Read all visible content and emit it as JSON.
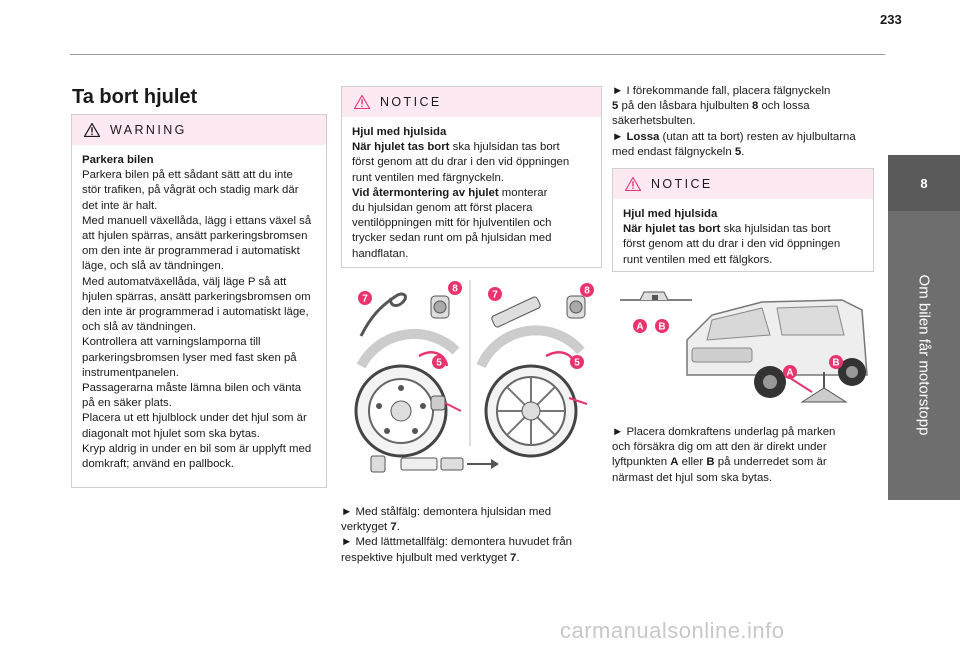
{
  "page": {
    "number": "233"
  },
  "sidebar": {
    "chapter_number": "8",
    "chapter_title": "Om bilen får motorstopp"
  },
  "title": "Ta bort hjulet",
  "warning": {
    "label": "WARNING",
    "lines": [
      {
        "text": "Parkera bilen",
        "bold": true
      },
      {
        "text": "Parkera bilen på ett sådant sätt att du inte"
      },
      {
        "text": "stör trafiken, på vågrät och stadig mark där"
      },
      {
        "text": "det inte är halt."
      },
      {
        "text": "Med manuell växellåda, lägg i ettans växel så"
      },
      {
        "text": "att hjulen spärras, ansätt parkeringsbromsen"
      },
      {
        "text": "om den inte är programmerad i automatiskt"
      },
      {
        "text": "läge, och slå av tändningen."
      },
      {
        "text": "Med automatväxellåda, välj läge  P så att"
      },
      {
        "text": "hjulen spärras, ansätt parkeringsbromsen om"
      },
      {
        "text": "den inte är programmerad i automatiskt läge,"
      },
      {
        "text": "och slå av tändningen."
      },
      {
        "text": "Kontrollera att varningslamporna till"
      },
      {
        "text": "parkeringsbromsen lyser med fast sken på"
      },
      {
        "text": "instrumentpanelen."
      },
      {
        "text": "Passagerarna måste lämna bilen och vänta"
      },
      {
        "text": "på en säker plats."
      },
      {
        "text": "Placera ut ett hjulblock under det hjul som är"
      },
      {
        "text": "diagonalt mot hjulet som ska bytas."
      },
      {
        "text": "Kryp aldrig in under en bil som är upplyft med"
      },
      {
        "text": "domkraft; använd en pallbock."
      }
    ]
  },
  "notice1": {
    "label": "NOTICE",
    "lines": [
      {
        "parts": [
          {
            "t": "Hjul med hjulsida",
            "b": true
          }
        ]
      },
      {
        "parts": [
          {
            "t": "När hjulet tas bort",
            "b": true
          },
          {
            "t": " ska hjulsidan tas bort"
          }
        ]
      },
      {
        "parts": [
          {
            "t": "först genom att du drar i den vid öppningen"
          }
        ]
      },
      {
        "parts": [
          {
            "t": "runt ventilen med färgnyckeln."
          }
        ]
      },
      {
        "parts": [
          {
            "t": "Vid återmontering av hjulet",
            "b": true
          },
          {
            "t": " monterar"
          }
        ]
      },
      {
        "parts": [
          {
            "t": "du hjulsidan genom att först placera"
          }
        ]
      },
      {
        "parts": [
          {
            "t": "ventilöppningen mitt för hjulventilen och"
          }
        ]
      },
      {
        "parts": [
          {
            "t": "trycker sedan runt om på hjulsidan med"
          }
        ]
      },
      {
        "parts": [
          {
            "t": "handflatan."
          }
        ]
      }
    ]
  },
  "middle_figure": {
    "callouts": [
      "7",
      "8",
      "7",
      "8",
      "5",
      "5"
    ]
  },
  "middle_text": [
    {
      "parts": [
        {
          "t": "► Med stålfälg: demontera hjulsidan med"
        }
      ]
    },
    {
      "parts": [
        {
          "t": "verktyget "
        },
        {
          "t": "7",
          "b": true
        },
        {
          "t": "."
        }
      ]
    },
    {
      "parts": [
        {
          "t": "► Med lättmetallfälg: demontera huvudet från"
        }
      ]
    },
    {
      "parts": [
        {
          "t": "respektive hjulbult med verktyget "
        },
        {
          "t": "7",
          "b": true
        },
        {
          "t": "."
        }
      ]
    }
  ],
  "right_top_text": [
    {
      "parts": [
        {
          "t": "► I förekommande fall, placera fälgnyckeln"
        }
      ]
    },
    {
      "parts": [
        {
          "t": "5",
          "b": true
        },
        {
          "t": " på den låsbara hjulbulten "
        },
        {
          "t": "8",
          "b": true
        },
        {
          "t": " och lossa"
        }
      ]
    },
    {
      "parts": [
        {
          "t": "säkerhetsbulten."
        }
      ]
    },
    {
      "parts": [
        {
          "t": "► "
        },
        {
          "t": "Lossa",
          "b": true
        },
        {
          "t": " (utan att ta bort) resten av hjulbultarna"
        }
      ]
    },
    {
      "parts": [
        {
          "t": "med endast fälgnyckeln "
        },
        {
          "t": "5",
          "b": true
        },
        {
          "t": "."
        }
      ]
    }
  ],
  "notice2": {
    "label": "NOTICE",
    "lines": [
      {
        "parts": [
          {
            "t": "Hjul med hjulsida",
            "b": true
          }
        ]
      },
      {
        "parts": [
          {
            "t": "När hjulet tas bort",
            "b": true
          },
          {
            "t": " ska hjulsidan tas bort"
          }
        ]
      },
      {
        "parts": [
          {
            "t": "först genom att du drar i den vid öppningen"
          }
        ]
      },
      {
        "parts": [
          {
            "t": "runt ventilen med ett fälgkors."
          }
        ]
      }
    ]
  },
  "right_figure": {
    "callouts": [
      "A",
      "B",
      "A",
      "B"
    ]
  },
  "right_bottom_text": [
    {
      "parts": [
        {
          "t": "► Placera domkraftens underlag på marken"
        }
      ]
    },
    {
      "parts": [
        {
          "t": "och försäkra dig om att den är direkt under"
        }
      ]
    },
    {
      "parts": [
        {
          "t": "lyftpunkten "
        },
        {
          "t": "A",
          "b": true
        },
        {
          "t": " eller "
        },
        {
          "t": "B",
          "b": true
        },
        {
          "t": " på underredet som är"
        }
      ]
    },
    {
      "parts": [
        {
          "t": "närmast det hjul som ska bytas."
        }
      ]
    }
  ],
  "watermark": "carmanualsonline.info",
  "colors": {
    "callout": "#e8336e",
    "box_header": "#fde9f2",
    "sidebar": "#6e6e6e",
    "sidebar_tab": "#5a5a5a"
  }
}
